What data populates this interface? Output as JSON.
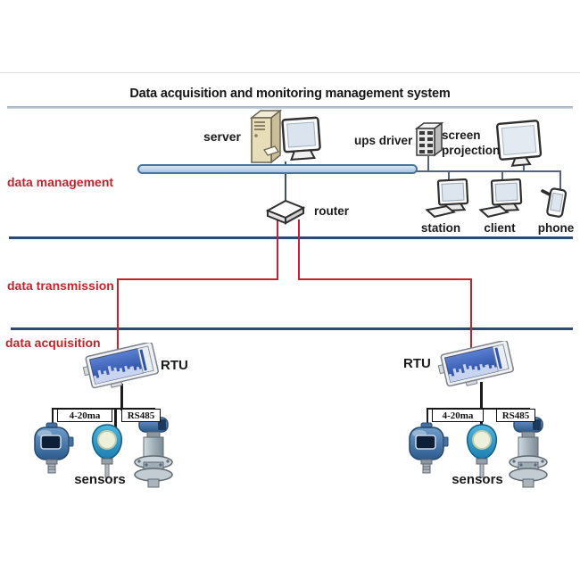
{
  "title": "Data acquisition and monitoring management system",
  "layer_labels": {
    "management": "data management",
    "transmission": "data transmission",
    "acquisition": "data acquisition"
  },
  "top_nodes": {
    "server": "server",
    "ups_driver": "ups driver",
    "screen_projection": "screen projection",
    "router": "router",
    "station": "station",
    "client": "client",
    "phone": "phone"
  },
  "rtu_left": {
    "label": "RTU",
    "wire_4_20ma": "4-20ma",
    "wire_rs485": "RS485",
    "sensors": "sensors"
  },
  "rtu_right": {
    "label": "RTU",
    "wire_4_20ma": "4-20ma",
    "wire_rs485": "RS485",
    "sensors": "sensors"
  },
  "colors": {
    "accent_red": "#c4232b",
    "layer_line_navy": "#2d4a77",
    "bus_fill": "#b9d0e8",
    "bus_border": "#4a72a3",
    "thin_wire": "#55657e",
    "sensor_wire_black": "#1c1c1c"
  }
}
